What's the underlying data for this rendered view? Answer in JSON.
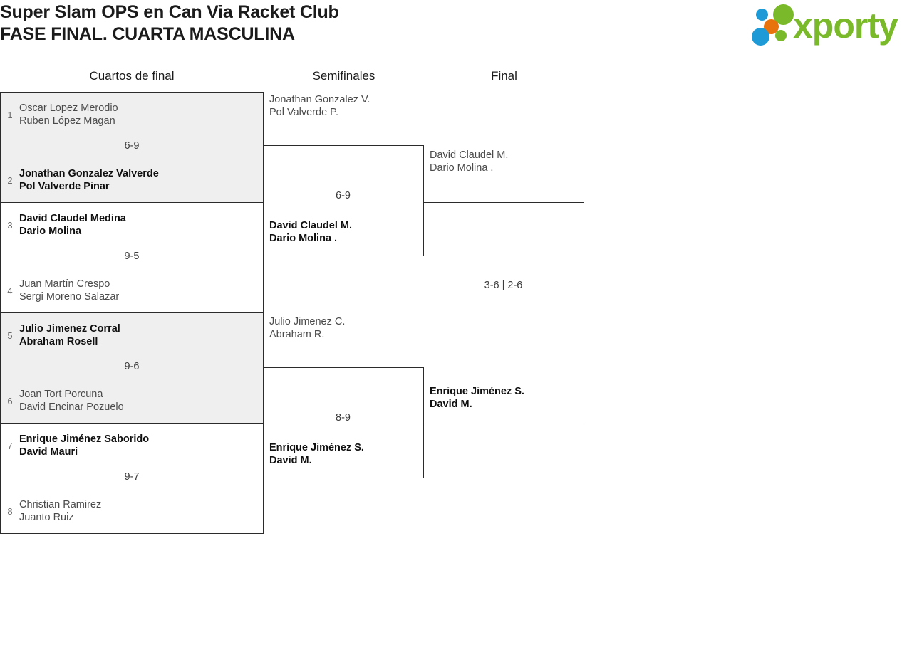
{
  "header": {
    "title_line1": "Super Slam OPS en Can Via Racket Club",
    "title_line2": "FASE FINAL. CUARTA MASCULINA",
    "logo_text": "xporty",
    "logo_colors": {
      "green": "#7ab929",
      "blue": "#1e9ad6",
      "orange": "#e8730d"
    }
  },
  "rounds": [
    {
      "label": "Cuartos de final"
    },
    {
      "label": "Semifinales"
    },
    {
      "label": "Final"
    }
  ],
  "bracket": {
    "quarterfinals": [
      {
        "score": "6-9",
        "shaded": true,
        "top": {
          "seed": "1",
          "player1": "Oscar Lopez Merodio",
          "player2": "Ruben López Magan",
          "winner": false
        },
        "bottom": {
          "seed": "2",
          "player1": "Jonathan Gonzalez Valverde",
          "player2": "Pol Valverde Pinar",
          "winner": true
        }
      },
      {
        "score": "9-5",
        "shaded": false,
        "top": {
          "seed": "3",
          "player1": "David Claudel Medina",
          "player2": "Dario Molina",
          "winner": true
        },
        "bottom": {
          "seed": "4",
          "player1": "Juan Martín Crespo",
          "player2": "Sergi Moreno Salazar",
          "winner": false
        }
      },
      {
        "score": "9-6",
        "shaded": true,
        "top": {
          "seed": "5",
          "player1": "Julio Jimenez Corral",
          "player2": "Abraham Rosell",
          "winner": true
        },
        "bottom": {
          "seed": "6",
          "player1": "Joan Tort Porcuna",
          "player2": "David Encinar Pozuelo",
          "winner": false
        }
      },
      {
        "score": "9-7",
        "shaded": false,
        "top": {
          "seed": "7",
          "player1": "Enrique Jiménez Saborido",
          "player2": "David Mauri",
          "winner": true
        },
        "bottom": {
          "seed": "8",
          "player1": "Christian Ramirez",
          "player2": "Juanto Ruiz",
          "winner": false
        }
      }
    ],
    "semifinals": [
      {
        "score": "6-9",
        "top": {
          "player1": "Jonathan Gonzalez V.",
          "player2": "Pol Valverde P.",
          "winner": false
        },
        "bottom": {
          "player1": "David Claudel M.",
          "player2": "Dario Molina .",
          "winner": true
        }
      },
      {
        "score": "8-9",
        "top": {
          "player1": "Julio Jimenez C.",
          "player2": "Abraham R.",
          "winner": false
        },
        "bottom": {
          "player1": "Enrique Jiménez S.",
          "player2": "David M.",
          "winner": true
        }
      }
    ],
    "final": {
      "score": "3-6 | 2-6",
      "top": {
        "player1": "David Claudel M.",
        "player2": "Dario Molina .",
        "winner": false
      },
      "bottom": {
        "player1": "Enrique Jiménez S.",
        "player2": "David M.",
        "winner": true
      }
    }
  }
}
